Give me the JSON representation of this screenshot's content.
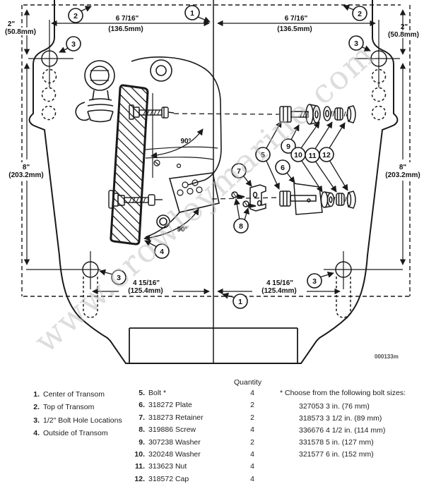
{
  "drawing": {
    "watermark": "www.crowleymarine.com",
    "doc_code": "000133m",
    "dims": {
      "top_width_left_in": "6 7/16\"",
      "top_width_left_mm": "(136.5mm)",
      "top_width_right_in": "6 7/16\"",
      "top_width_right_mm": "(136.5mm)",
      "top_offset_left_in": "2\"",
      "top_offset_left_mm": "(50.8mm)",
      "top_offset_right_in": "2\"",
      "top_offset_right_mm": "(50.8mm)",
      "side_left_in": "8\"",
      "side_left_mm": "(203.2mm)",
      "side_right_in": "8\"",
      "side_right_mm": "(203.2mm)",
      "bottom_width_left_in": "4 15/16\"",
      "bottom_width_left_mm": "(125.4mm)",
      "bottom_width_right_in": "4 15/16\"",
      "bottom_width_right_mm": "(125.4mm)",
      "angle_upper": "90°",
      "angle_lower": "90°"
    },
    "callouts": {
      "n1": "1",
      "n2": "2",
      "n3": "3",
      "n4": "4",
      "n5": "5",
      "n6": "6",
      "n7": "7",
      "n8": "8",
      "n9": "9",
      "n10": "10",
      "n11": "11",
      "n12": "12"
    }
  },
  "parts_list": {
    "quantity_header": "Quantity",
    "locations": [
      {
        "num": "1.",
        "label": "Center of Transom"
      },
      {
        "num": "2.",
        "label": "Top of Transom"
      },
      {
        "num": "3.",
        "label": "1/2\" Bolt Hole Locations"
      },
      {
        "num": "4.",
        "label": "Outside of Transom"
      }
    ],
    "parts": [
      {
        "num": "5.",
        "label": "Bolt *",
        "qty": "4"
      },
      {
        "num": "6.",
        "label": "318272 Plate",
        "qty": "2"
      },
      {
        "num": "7.",
        "label": "318273 Retainer",
        "qty": "2"
      },
      {
        "num": "8.",
        "label": "319886 Screw",
        "qty": "4"
      },
      {
        "num": "9.",
        "label": "307238 Washer",
        "qty": "2"
      },
      {
        "num": "10.",
        "label": "320248 Washer",
        "qty": "4"
      },
      {
        "num": "11.",
        "label": "313623 Nut",
        "qty": "4"
      },
      {
        "num": "12.",
        "label": "318572 Cap",
        "qty": "4"
      }
    ],
    "bolt_note": {
      "header": "* Choose from the following bolt sizes:",
      "options": [
        {
          "part": "327053",
          "size": "3 in. (76 mm)"
        },
        {
          "part": "318573",
          "size": "3 1/2 in. (89 mm)"
        },
        {
          "part": "336676",
          "size": "4 1/2 in. (114 mm)"
        },
        {
          "part": "331578",
          "size": "5 in. (127 mm)"
        },
        {
          "part": "321577",
          "size": "6 in. (152 mm)"
        }
      ]
    }
  }
}
